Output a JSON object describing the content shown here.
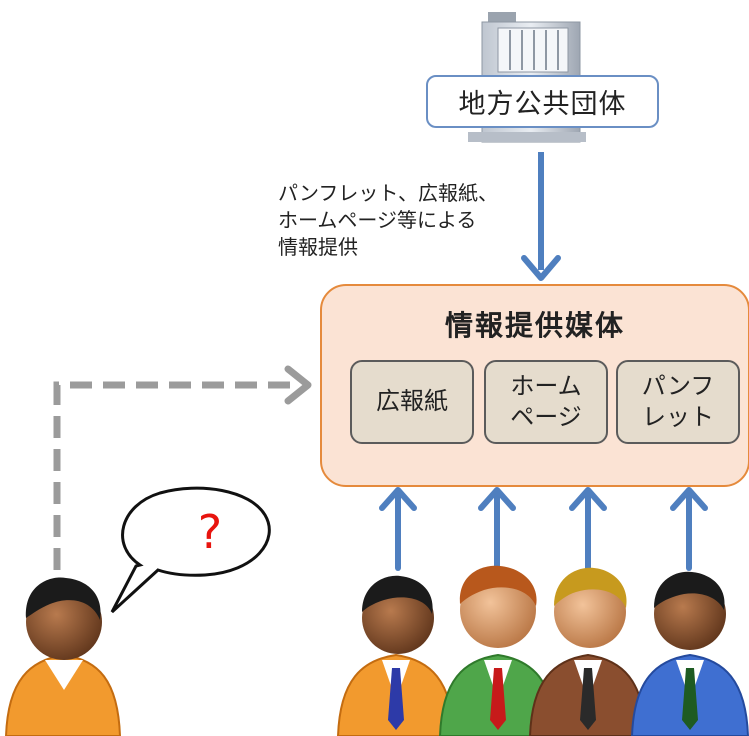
{
  "government": {
    "label": "地方公共団体"
  },
  "caption": "パンフレット、広報紙、\nホームページ等による\n情報提供",
  "media": {
    "title": "情報提供媒体",
    "items": [
      {
        "label": "広報紙"
      },
      {
        "label": "ホーム\nページ"
      },
      {
        "label": "パンフ\nレット"
      }
    ]
  },
  "question_mark": "?",
  "colors": {
    "arrow_blue": "#4f7fbf",
    "dashed_gray": "#9b9b9b",
    "box_orange_border": "#e58a3c",
    "box_orange_fill": "#fbe3d4",
    "question_red": "#e8140e"
  },
  "icons": [
    "building-icon",
    "user-icon",
    "speech-bubble-icon"
  ]
}
